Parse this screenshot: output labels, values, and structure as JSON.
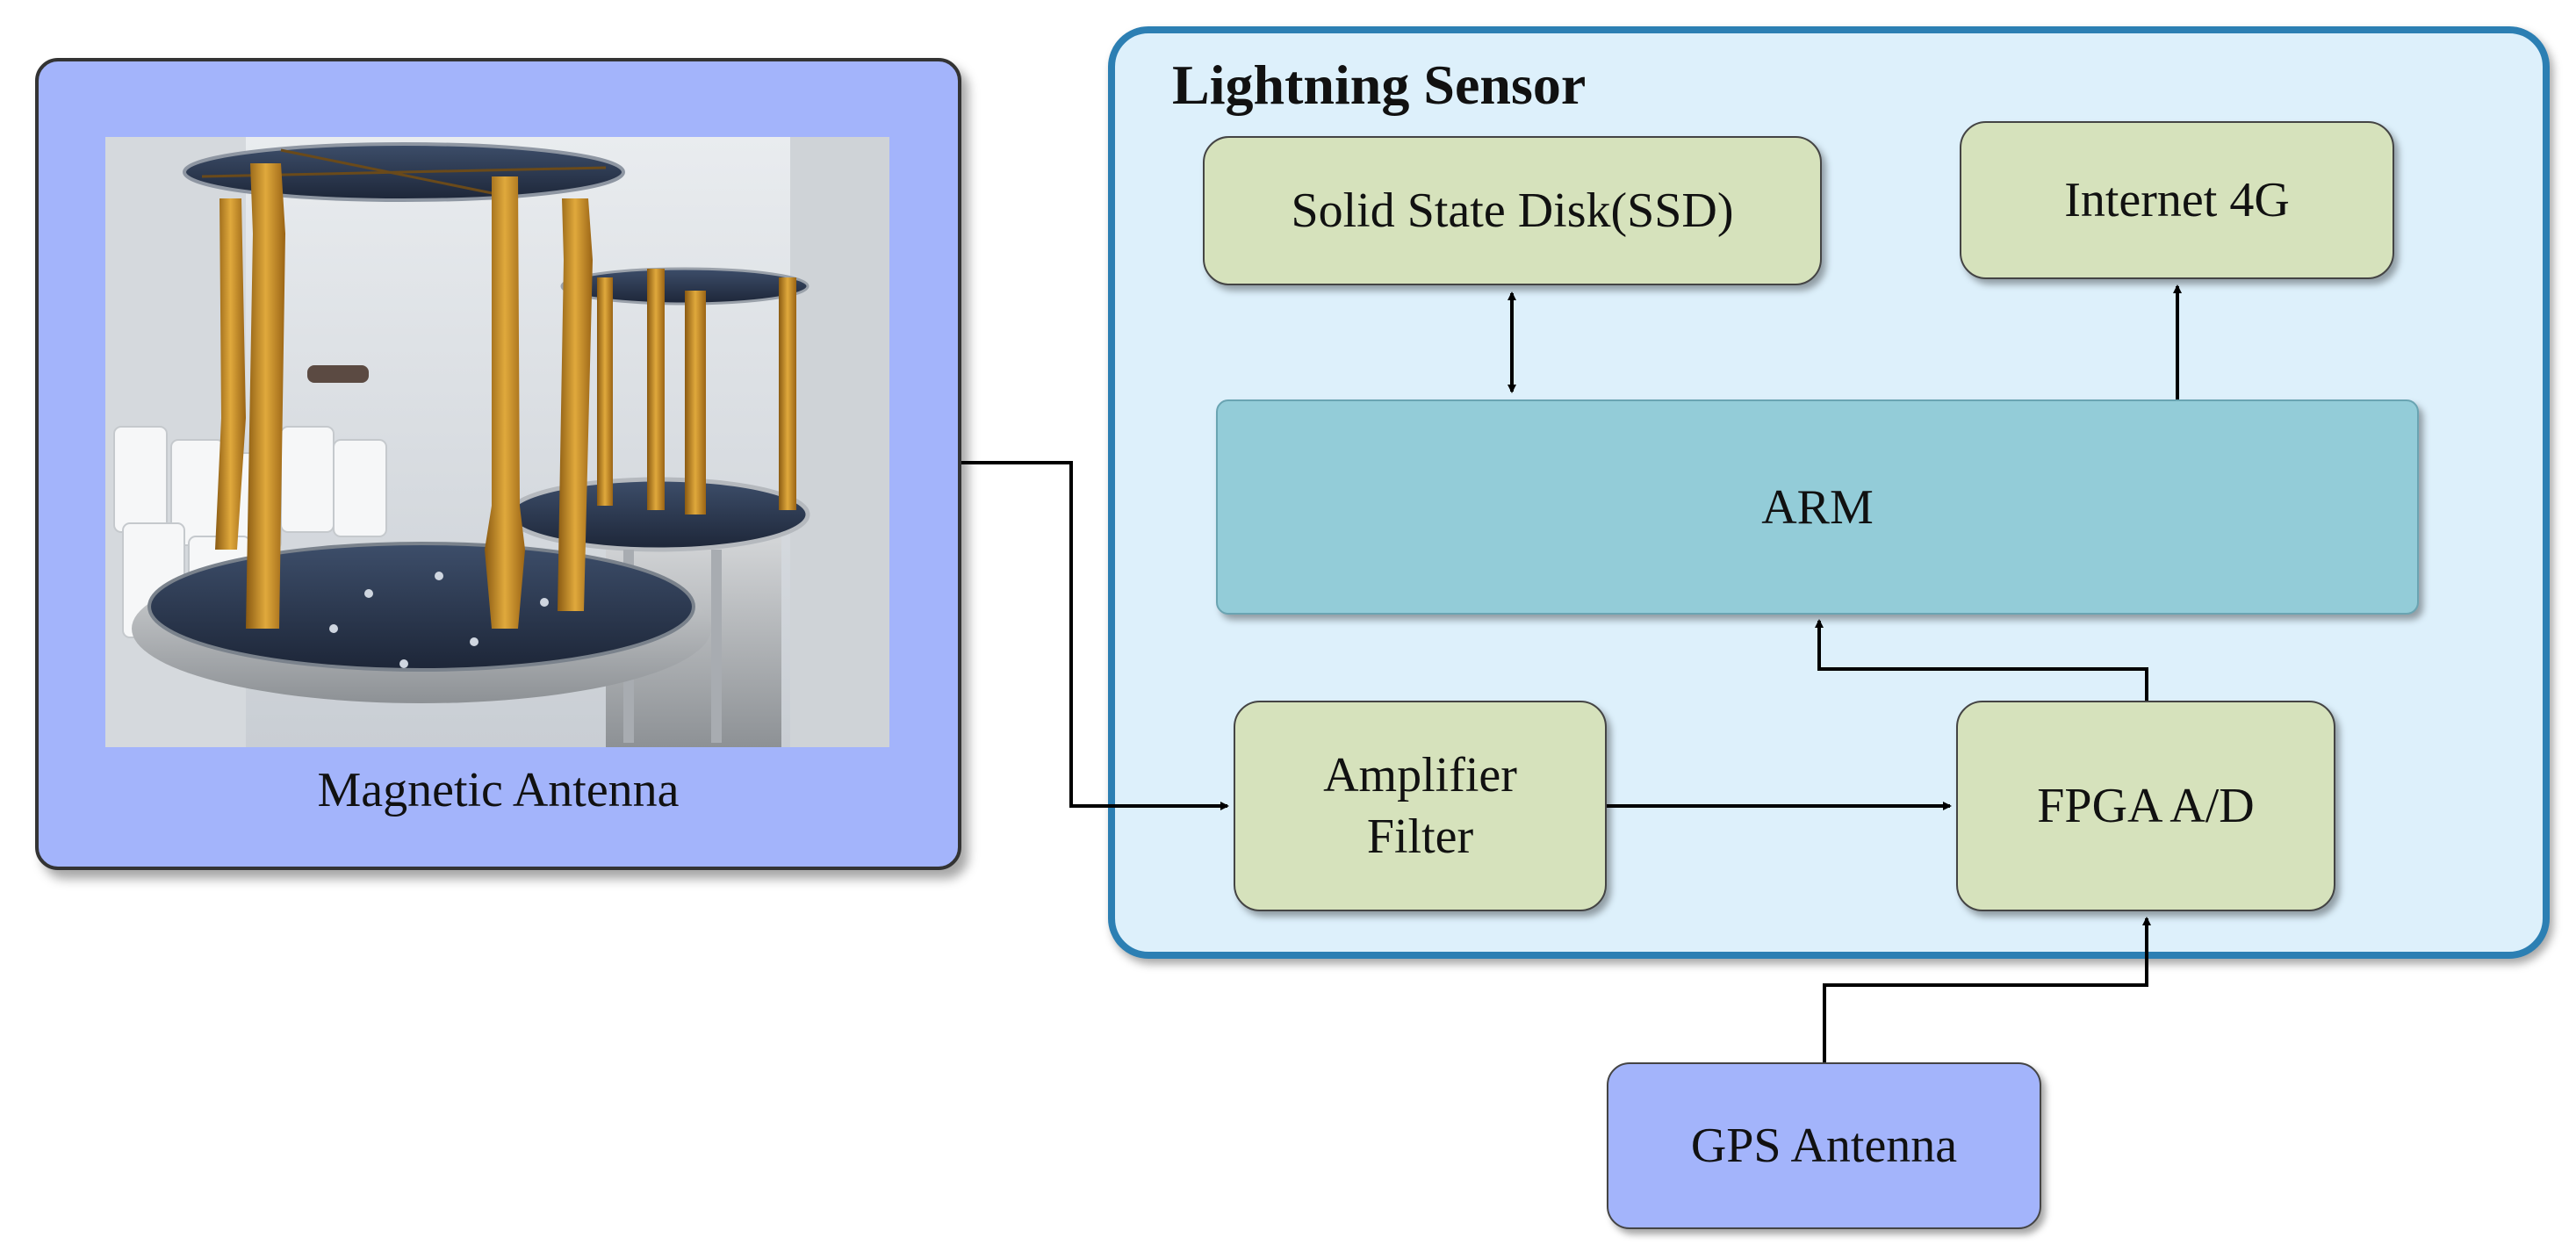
{
  "diagram": {
    "antenna": {
      "label": "Magnetic Antenna"
    },
    "sensor": {
      "title": "Lightning Sensor"
    },
    "blocks": {
      "ssd": "Solid State Disk(SSD)",
      "internet": "Internet 4G",
      "arm": "ARM",
      "amplifier_line1": "Amplifier",
      "amplifier_line2": "Filter",
      "fpga": "FPGA A/D",
      "gps": "GPS Antenna"
    }
  },
  "colors": {
    "antenna_panel": "#a3b4fb",
    "sensor_panel": "#ddf0fb",
    "sensor_border": "#2c7fb3",
    "block_green": "#d6e2bc",
    "arm_block": "#93ccd8",
    "connector": "#000000"
  }
}
